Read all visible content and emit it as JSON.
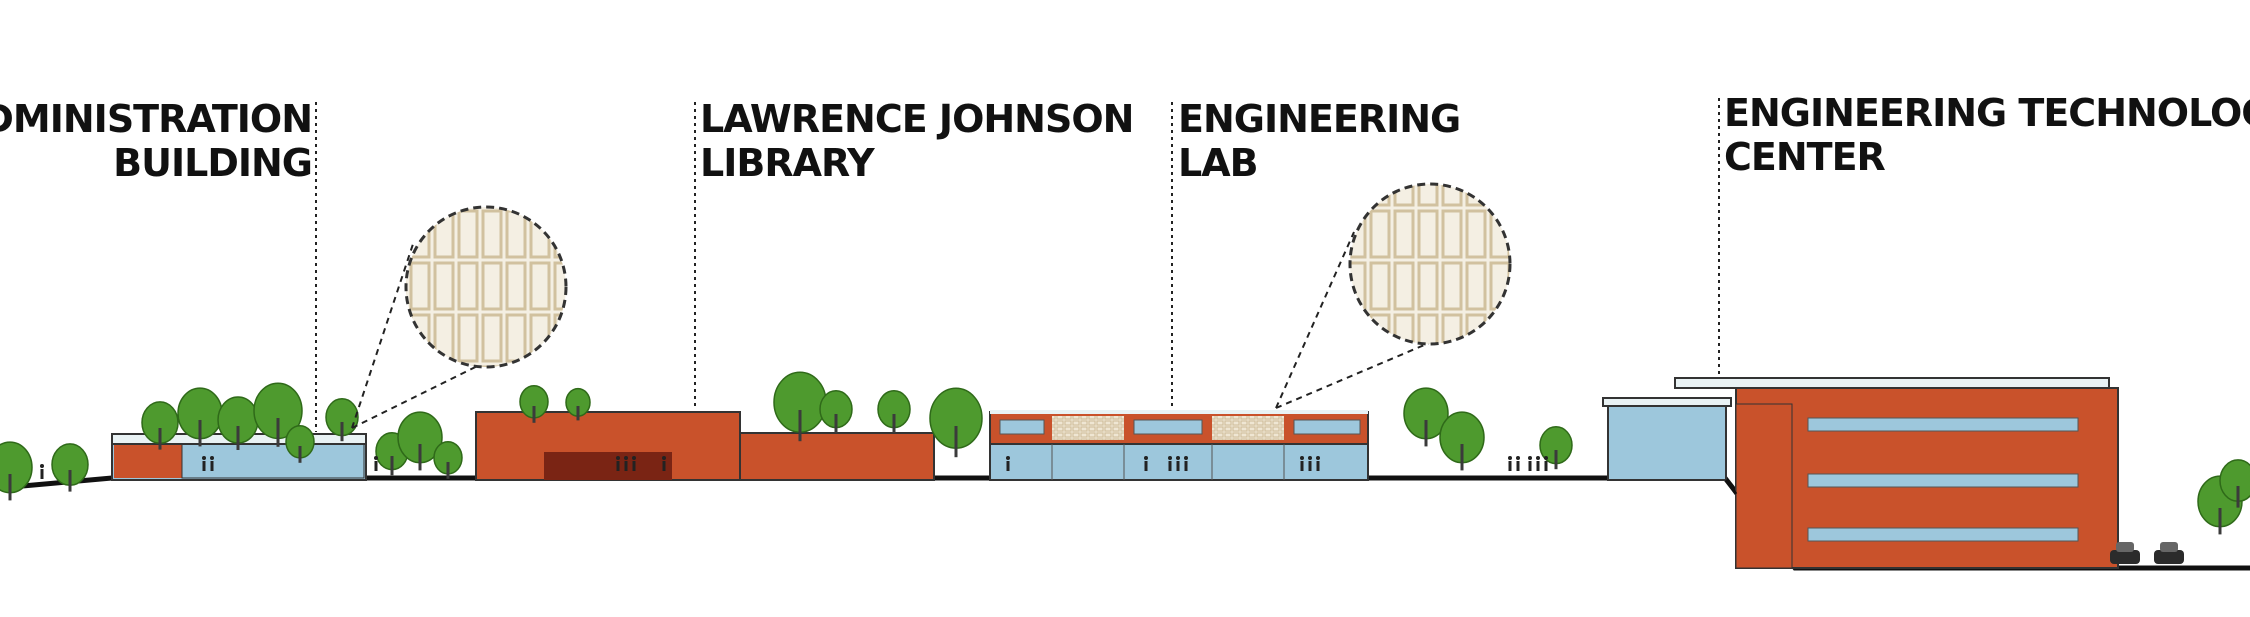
{
  "labels": {
    "administration": {
      "line1": "ADMINISTRATION",
      "line2": "BUILDING"
    },
    "library": {
      "line1": "LAWRENCE JOHNSON",
      "line2": "LIBRARY"
    },
    "engineering_lab": {
      "line1": "ENGINEERING",
      "line2": "LAB"
    },
    "etc": {
      "line1": "ENGINEERING TECHNOLOGY",
      "line2": "CENTER"
    }
  },
  "colors": {
    "brick": "#c9522b",
    "brick_dark": "#7a2414",
    "glass": "#9dc7dc",
    "roof_trim": "#e9f2f4",
    "tree": "#4e9a2e",
    "trunk": "#3b3b3b",
    "ground": "#111111",
    "screen_pattern": "#d9ccb0",
    "screen_bg": "#f4efe3"
  }
}
